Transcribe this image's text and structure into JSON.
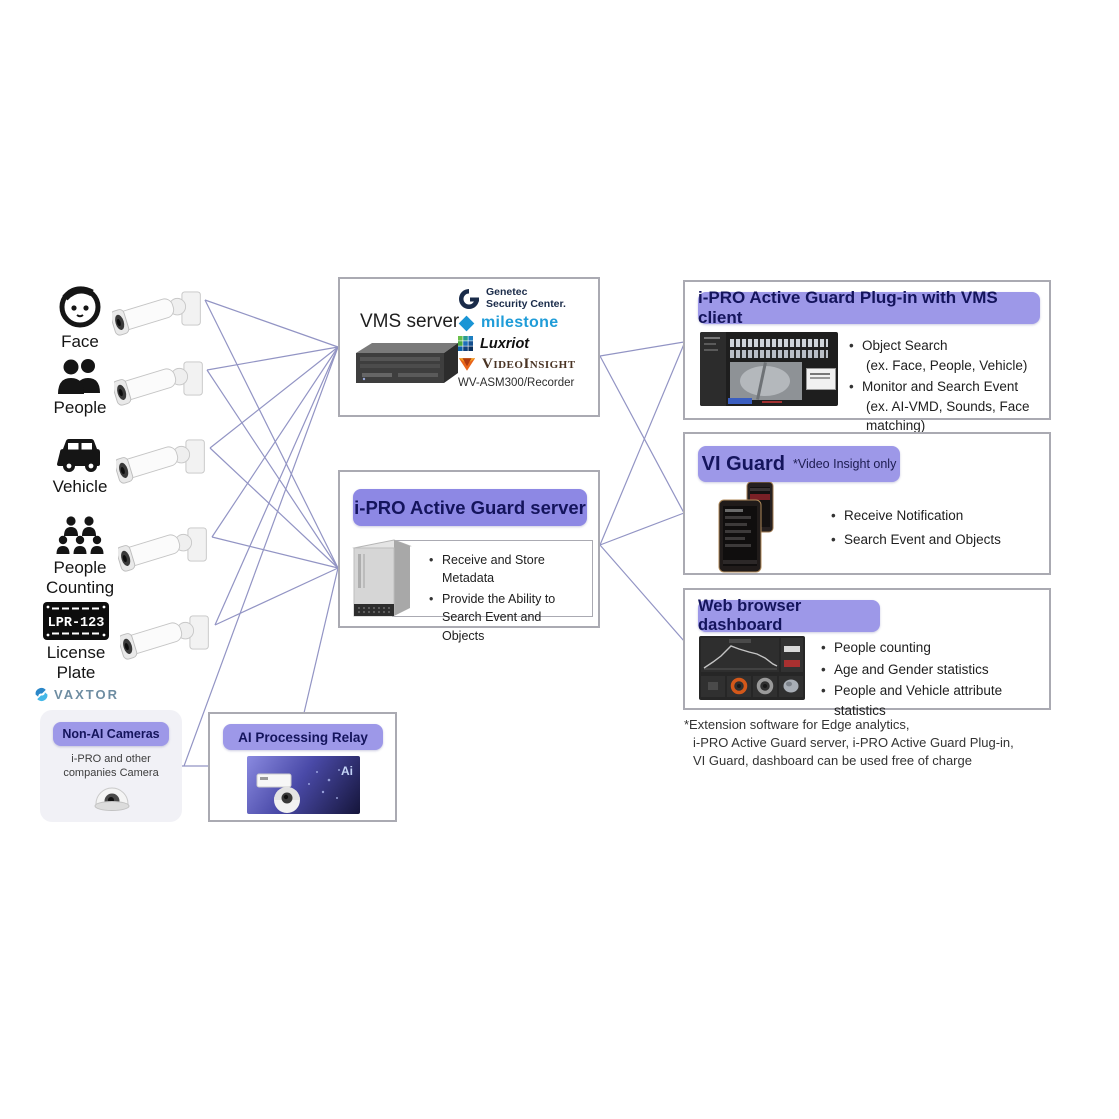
{
  "colors": {
    "accent_pill": "#9d98e8",
    "accent_pill_deep": "#8d88e4",
    "pill_text": "#14145c",
    "connector_line": "#9294c4",
    "box_border": "#aaaab2",
    "milestone_blue": "#1f9cd8",
    "genetec_navy": "#1a2b49",
    "videoinsight_brown": "#4a3424",
    "vaxtor_blue": "#35a0d8"
  },
  "sources": {
    "items": [
      {
        "label": "Face",
        "icon": "face-icon"
      },
      {
        "label": "People",
        "icon": "people-icon"
      },
      {
        "label": "Vehicle",
        "icon": "vehicle-icon"
      },
      {
        "label": "People Counting",
        "icon": "people-counting-icon"
      },
      {
        "label": "License Plate",
        "icon": "license-plate-icon",
        "plate_text": "LPR-123",
        "brand": "VAXTOR"
      }
    ]
  },
  "non_ai_cameras": {
    "title": "Non-AI Cameras",
    "subtitle": "i-PRO and other companies Camera"
  },
  "ai_relay": {
    "title": "AI Processing Relay",
    "badge": "Ai"
  },
  "vms_server": {
    "title": "VMS server",
    "logos": {
      "genetec_line1": "Genetec",
      "genetec_line2": "Security Center.",
      "milestone": "milestone",
      "luxriot": "Luxriot",
      "videoinsight": "VideoInsight"
    },
    "model": "WV-ASM300/Recorder"
  },
  "ag_server": {
    "title": "i-PRO Active Guard server",
    "bullets": [
      "Receive and Store Metadata",
      "Provide the Ability to Search Event and Objects"
    ]
  },
  "plugin_box": {
    "title": "i-PRO Active Guard Plug-in with VMS client",
    "bullets": [
      {
        "text": "Object Search",
        "sub": "(ex. Face, People, Vehicle)"
      },
      {
        "text": "Monitor and Search Event",
        "sub": "(ex. AI-VMD, Sounds, Face matching)"
      }
    ]
  },
  "vi_guard": {
    "title": "VI Guard",
    "note": "*Video Insight only",
    "bullets": [
      "Receive Notification",
      "Search Event and Objects"
    ]
  },
  "dashboard": {
    "title": "Web browser dashboard",
    "bullets": [
      "People counting",
      "Age and Gender statistics",
      "People and Vehicle attribute statistics"
    ]
  },
  "footnote": {
    "line1": "*Extension software for Edge analytics,",
    "line2": "i-PRO Active Guard server, i-PRO Active Guard Plug-in,",
    "line3": "VI Guard, dashboard can be used free of charge"
  }
}
